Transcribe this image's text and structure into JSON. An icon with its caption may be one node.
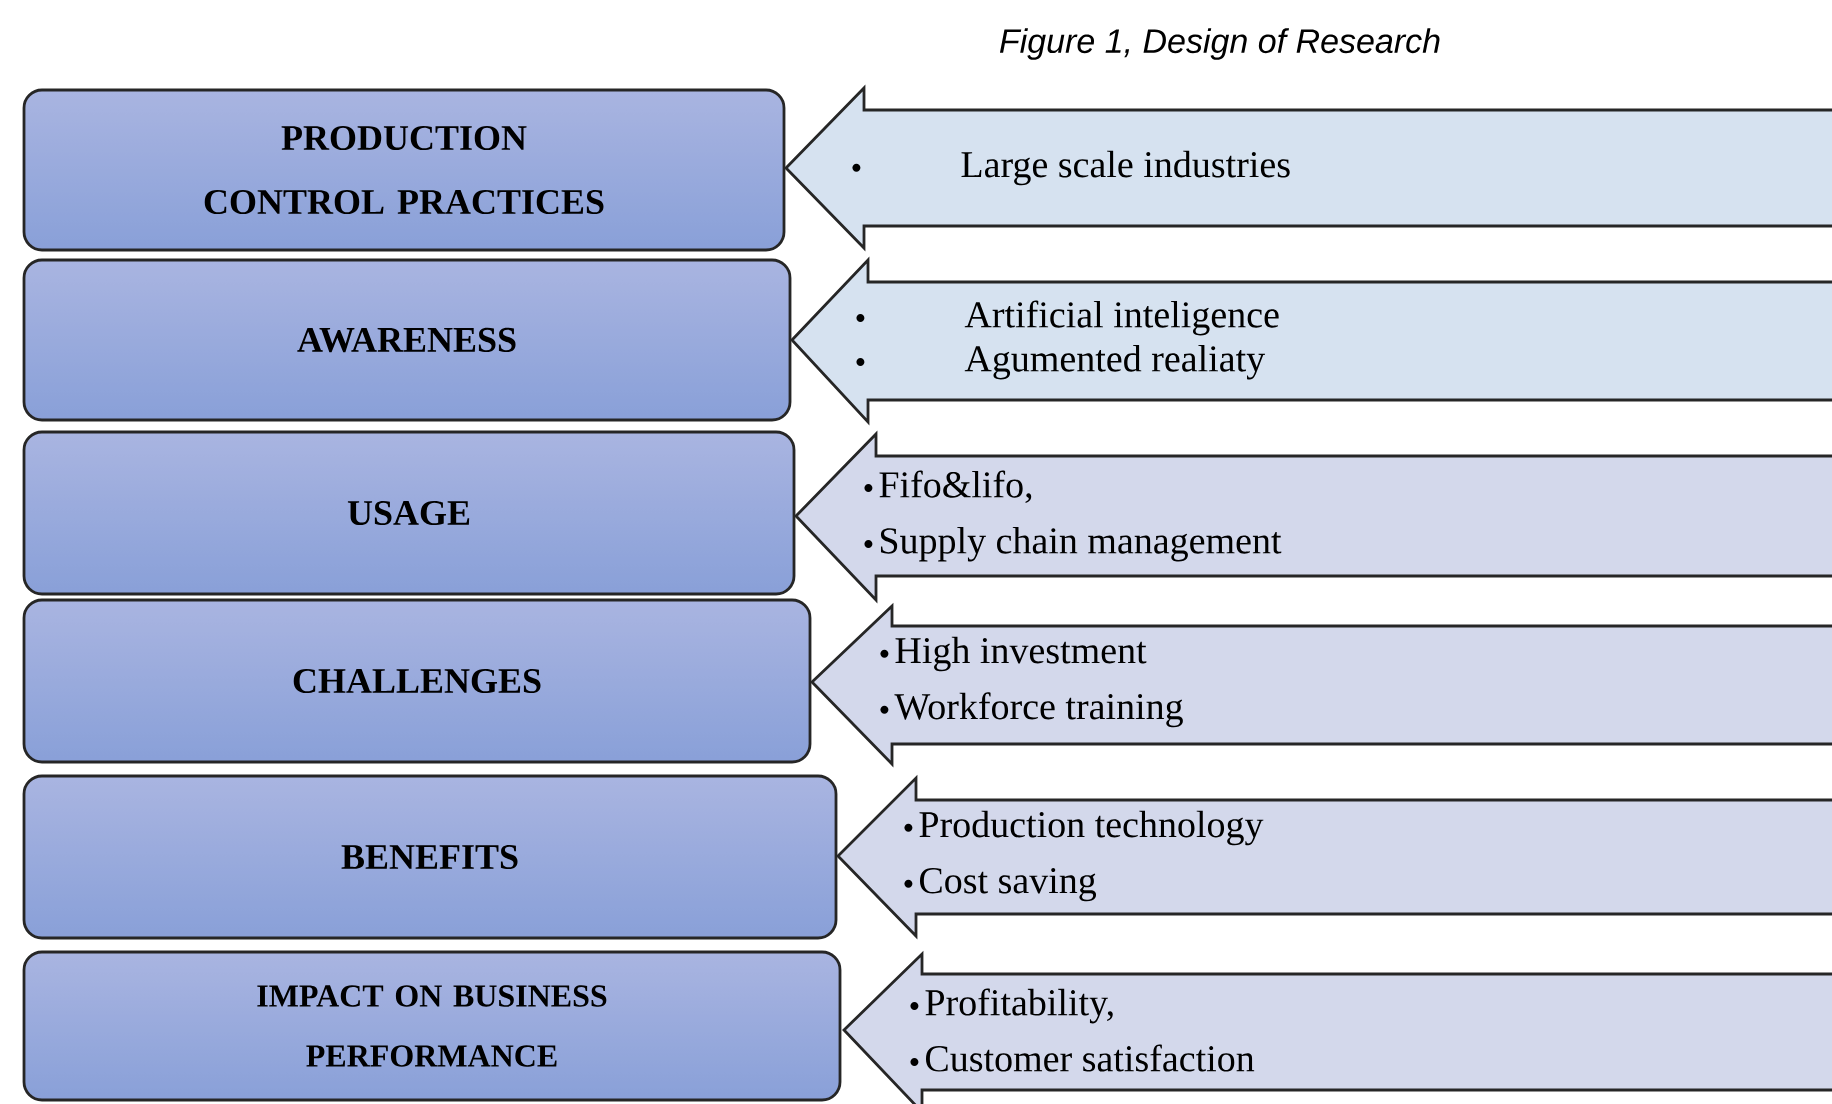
{
  "diagram": {
    "title": "Figure 1, Design of Research",
    "nodes": [
      {
        "text": [
          "PRODUCTION CONTROL PRACTICES"
        ]
      },
      {
        "text": [
          "Large scale industries"
        ]
      },
      {
        "text": [
          "AWARENESS"
        ]
      },
      {
        "text": [
          "Artificial inteligence",
          "Agumented realiaty"
        ]
      },
      {
        "text": [
          "USAGE"
        ]
      },
      {
        "text": [
          "Fifo&lifo,",
          "Supply chain management"
        ]
      },
      {
        "text": [
          "CHALLENGES"
        ]
      },
      {
        "text": [
          "High investment",
          "Workforce training"
        ]
      },
      {
        "text": [
          "BENEFITS"
        ]
      },
      {
        "text": [
          "Production technology",
          "Cost saving"
        ]
      },
      {
        "text": [
          "IMPACT ON BUSINESS PERFORMANCE"
        ]
      },
      {
        "text": [
          "Profitability,",
          "Customer satisfaction"
        ]
      }
    ]
  }
}
